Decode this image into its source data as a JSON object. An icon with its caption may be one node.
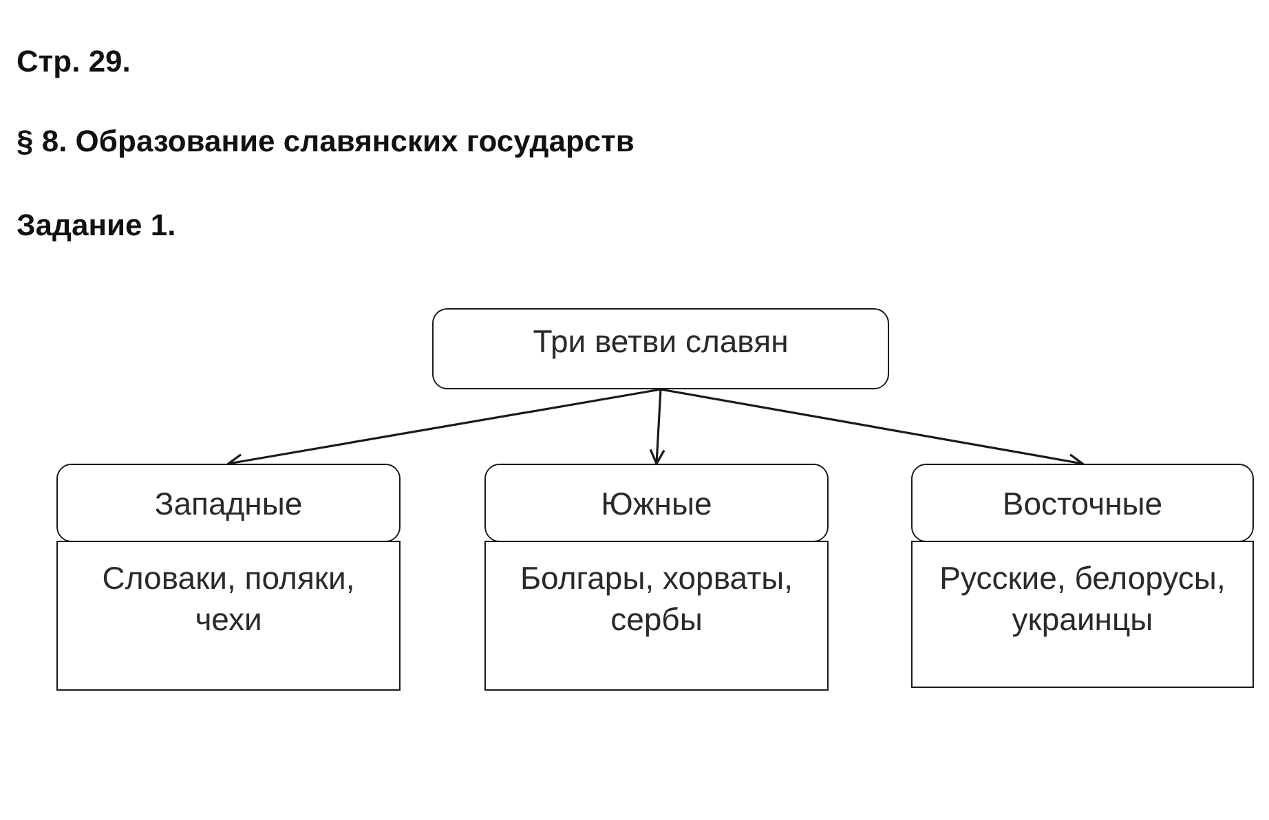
{
  "diagram": {
    "nodes": [
      {
        "text": [
          "Три ветви славян"
        ]
      },
      {
        "text": [
          "Западные"
        ]
      },
      {
        "text": [
          "Словаки, поляки, чехи"
        ]
      },
      {
        "text": [
          "Южные"
        ]
      },
      {
        "text": [
          "Болгары, хорваты, сербы"
        ]
      },
      {
        "text": [
          "Восточные"
        ]
      },
      {
        "text": [
          "Русские, белорусы, украинцы"
        ]
      }
    ],
    "edges": [
      {
        "from": 0,
        "to": 1,
        "arrow": "to"
      },
      {
        "from": 0,
        "to": 3,
        "arrow": "to"
      },
      {
        "from": 0,
        "to": 5,
        "arrow": "to"
      }
    ],
    "labels": [
      "Стр. 29.",
      "§ 8. Образование славянских государств",
      "Задание 1."
    ]
  }
}
